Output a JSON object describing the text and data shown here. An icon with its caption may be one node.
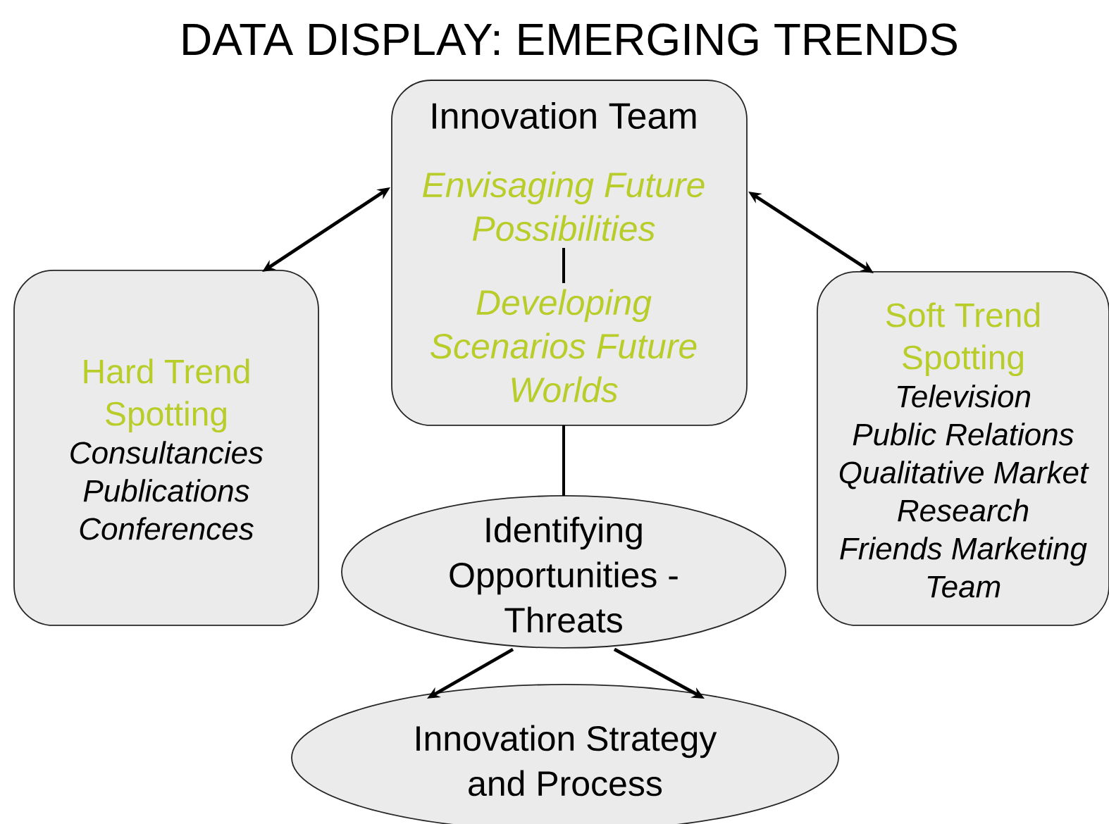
{
  "diagram": {
    "title": "DATA DISPLAY: EMERGING TRENDS",
    "nodes": [
      {
        "text": [
          "Innovation Team"
        ]
      },
      {
        "text": [
          "Envisaging Future Possibilities"
        ],
        "in": 0
      },
      {
        "text": [
          "Developing Scenarios Future Worlds"
        ],
        "in": 0
      },
      {
        "text": [
          "Hard Trend Spotting",
          "Consultancies",
          "Publications",
          "Conferences"
        ]
      },
      {
        "text": [
          "Soft Trend Spotting",
          "Television",
          "Public Relations",
          "Qualitative Market Research",
          "Friends Marketing Team"
        ]
      },
      {
        "text": [
          "Identifying Opportunities - Threats"
        ]
      },
      {
        "text": [
          "Innovation Strategy and Process"
        ]
      }
    ],
    "edges": [
      {
        "from": 0,
        "to": 3,
        "arrow": "both"
      },
      {
        "from": 0,
        "to": 4,
        "arrow": "both"
      },
      {
        "from": 1,
        "to": 2,
        "arrow": "none"
      },
      {
        "from": 0,
        "to": 5,
        "arrow": "none"
      },
      {
        "from": 5,
        "to": 6,
        "arrow": "to"
      },
      {
        "from": 5,
        "to": 6,
        "arrow": "to"
      }
    ]
  }
}
